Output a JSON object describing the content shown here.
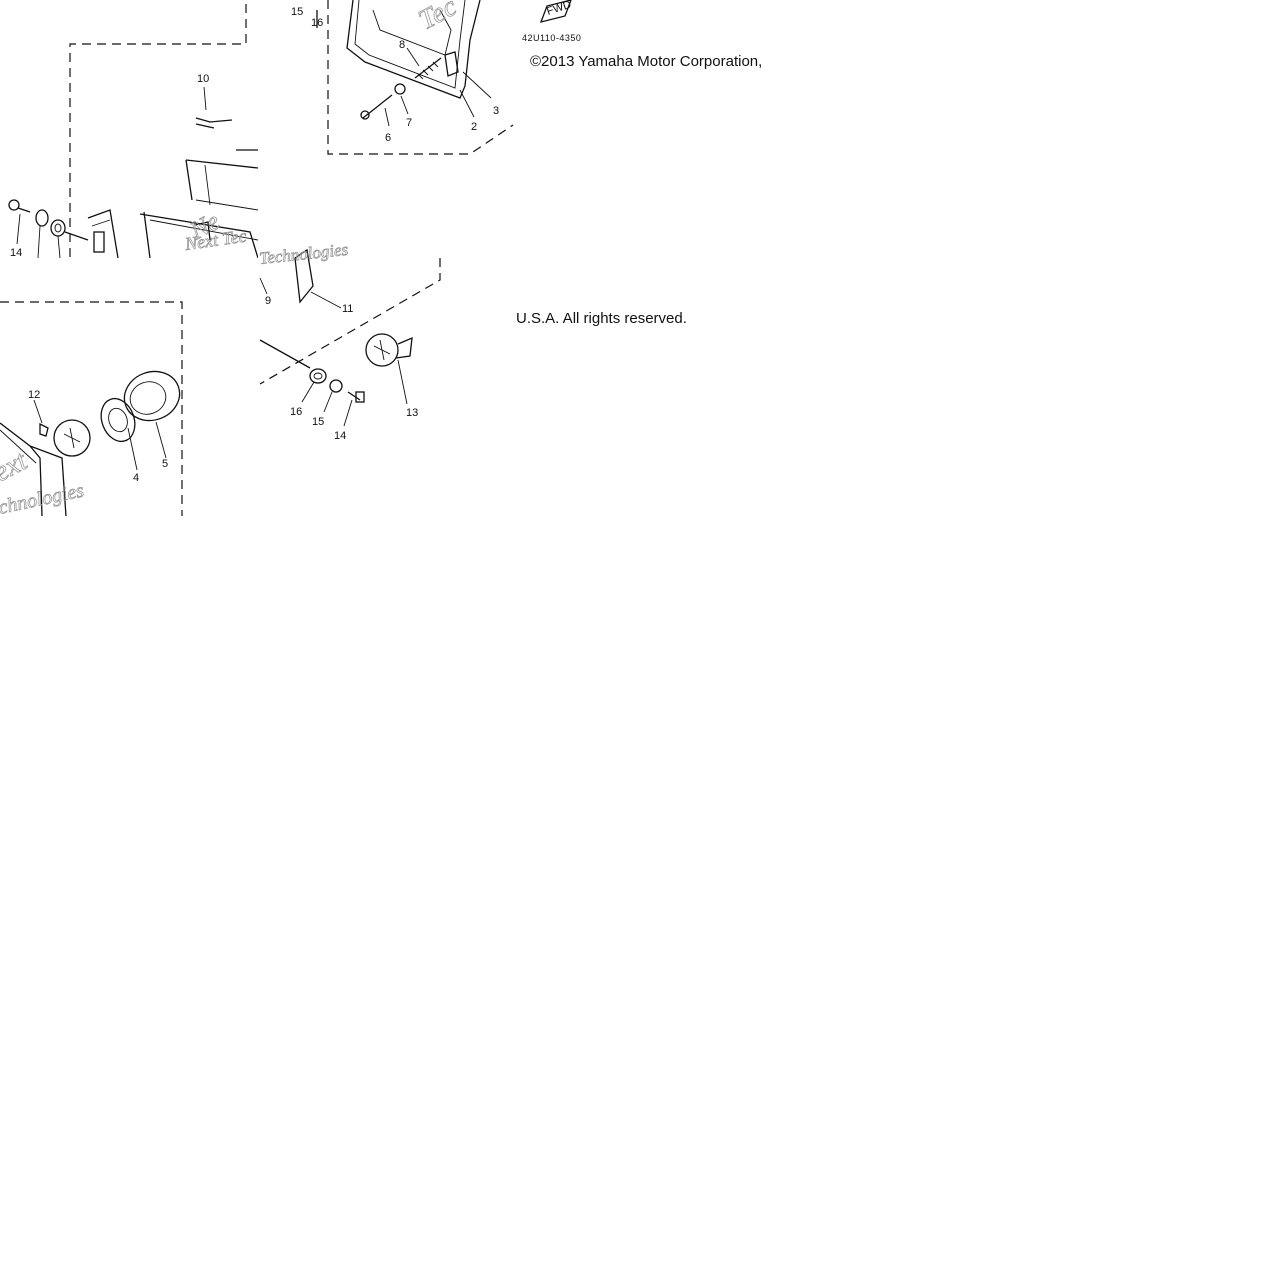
{
  "diagram": {
    "part_code": "42U110-4350",
    "fwd_label": "FWD",
    "copyright_line1": "©2013 Yamaha Motor Corporation,",
    "copyright_line2": "U.S.A. All rights reserved.",
    "watermark_lines": [
      "Next",
      "Technologies"
    ],
    "callouts": {
      "top": [
        "15",
        "16",
        "8",
        "7",
        "6",
        "3",
        "2"
      ],
      "left": [
        "10",
        "14",
        "9",
        "11"
      ],
      "bottom_left": [
        "12",
        "4",
        "5"
      ],
      "bottom_mid": [
        "16",
        "15",
        "14",
        "13"
      ]
    }
  }
}
